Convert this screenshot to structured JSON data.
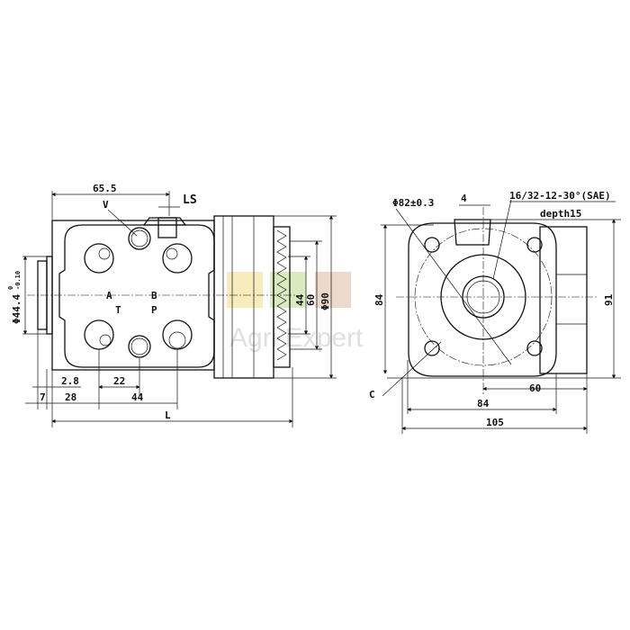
{
  "side_view": {
    "dim_width_top": "65.5",
    "port_ls": "LS",
    "port_v": "V",
    "port_a": "A",
    "port_b": "B",
    "port_t": "T",
    "port_p": "P",
    "dim_pilot_diameter": "Φ44.4",
    "dim_pilot_tolerance_upper": "0",
    "dim_pilot_tolerance_lower": "-0.10",
    "dim_2_8": "2.8",
    "dim_7": "7",
    "dim_28": "28",
    "dim_22": "22",
    "dim_44_bottom": "44",
    "dim_length": "L",
    "dim_44_vertical": "44",
    "dim_60_vertical": "60",
    "dim_phi90": "Φ90"
  },
  "end_view": {
    "dim_bolt_circle": "Φ82±0.3",
    "dim_4": "4",
    "spline_spec": "16/32-12-30°(SAE)",
    "depth": "depth15",
    "dim_84_vertical": "84",
    "dim_91": "91",
    "dim_60": "60",
    "dim_84": "84",
    "dim_105": "105",
    "thread_c": "C"
  },
  "watermark": "Agri Expert"
}
